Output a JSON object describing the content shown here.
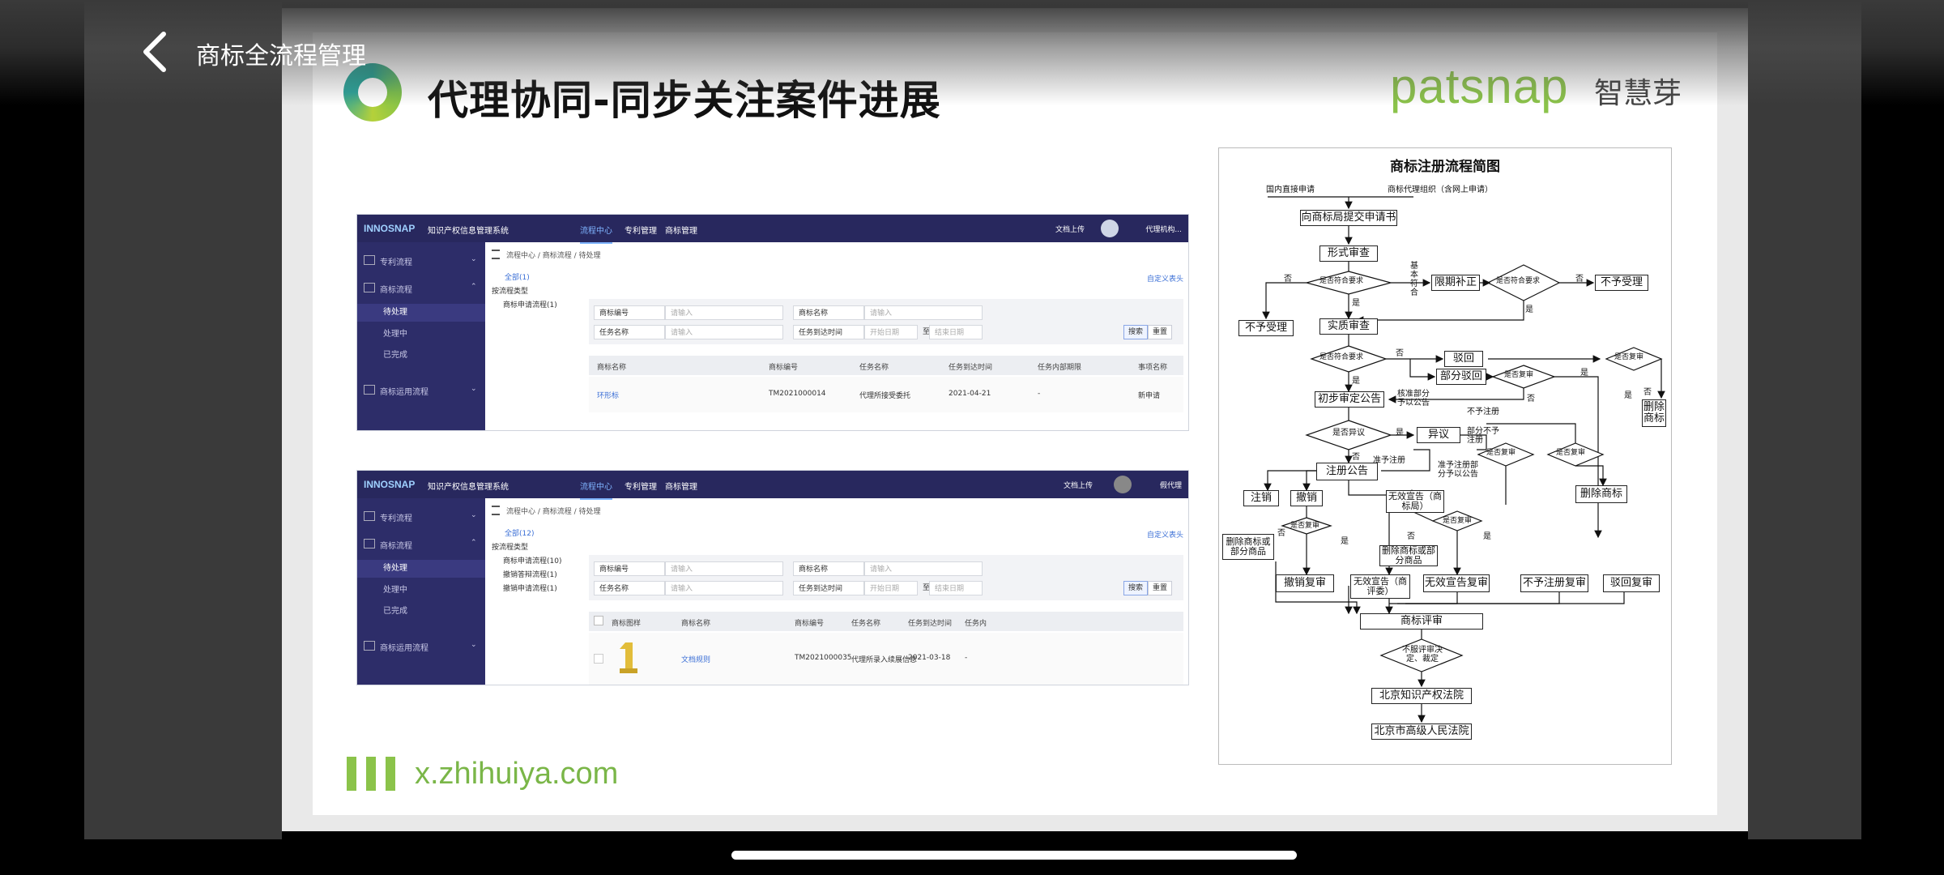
{
  "app": {
    "title": "商标全流程管理"
  },
  "slide": {
    "heading": "代理协同-同步关注案件进展",
    "brand_en": "patsnap",
    "brand_cn": "智慧芽",
    "url": "x.zhihuiya.com"
  },
  "mock1": {
    "logo": "INNOSNAP",
    "system": "知识产权信息管理系统",
    "nav": [
      "流程中心",
      "专利管理",
      "商标管理"
    ],
    "upload": "文档上传",
    "user": "代理机构...",
    "sidebar": [
      "专利流程",
      "商标流程",
      "待处理",
      "处理中",
      "已完成",
      "商标运用流程"
    ],
    "breadcrumb": "流程中心  /  商标流程  /  待处理",
    "tree": [
      "全部(1)",
      "按流程类型",
      "商标申请流程(1)"
    ],
    "custom_header": "自定义表头",
    "filters": {
      "f1": "商标编号",
      "p1": "请输入",
      "f2": "商标名称",
      "p2": "请输入",
      "f3": "任务名称",
      "p3": "请输入",
      "f4": "任务到达时间",
      "p4": "开始日期",
      "sep": "至",
      "p5": "结束日期",
      "search": "搜索",
      "reset": "重置"
    },
    "columns": [
      "商标名称",
      "商标编号",
      "任务名称",
      "任务到达时间",
      "任务内部期限",
      "事项名称"
    ],
    "row": [
      "环形标",
      "TM2021000014",
      "代理所接受委托",
      "2021-04-21",
      "-",
      "新申请"
    ]
  },
  "mock2": {
    "logo": "INNOSNAP",
    "system": "知识产权信息管理系统",
    "nav": [
      "流程中心",
      "专利管理",
      "商标管理"
    ],
    "upload": "文档上传",
    "user": "假代理",
    "sidebar": [
      "专利流程",
      "商标流程",
      "待处理",
      "处理中",
      "已完成",
      "商标运用流程"
    ],
    "breadcrumb": "流程中心  /  商标流程  /  待处理",
    "tree": [
      "全部(12)",
      "按流程类型",
      "商标申请流程(10)",
      "撤销答辩流程(1)",
      "撤销申请流程(1)"
    ],
    "custom_header": "自定义表头",
    "filters": {
      "f1": "商标编号",
      "p1": "请输入",
      "f2": "商标名称",
      "p2": "请输入",
      "f3": "任务名称",
      "p3": "请输入",
      "f4": "任务到达时间",
      "p4": "开始日期",
      "sep": "至",
      "p5": "结束日期",
      "search": "搜索",
      "reset": "重置"
    },
    "columns": [
      "商标图样",
      "商标名称",
      "商标编号",
      "任务名称",
      "任务到达时间",
      "任务内"
    ],
    "row": [
      "文档规则",
      "TM2021000035",
      "代理所录入续展信息",
      "2021-03-18",
      "-"
    ]
  },
  "flow": {
    "title": "商标注册流程简图",
    "domestic": "国内直接申请",
    "agency": "商标代理组织（含网上申请）",
    "submit": "向商标局提交申请书",
    "formal": "形式审查",
    "d_conform1": "是否符合要求",
    "basic": "基本符合",
    "correction": "限期补正",
    "d_conform2": "是否符合要求",
    "reject1": "不予受理",
    "reject2": "不予受理",
    "no": "否",
    "yes": "是",
    "substantive": "实质审查",
    "d_conform3": "是否符合要求",
    "refuse": "驳回",
    "partial_refuse": "部分驳回",
    "d_review1": "是否复审",
    "d_review2": "是否复审",
    "preliminary": "初步审定公告",
    "approve_part": "核准部分予以公告",
    "not_register": "不予注册",
    "d_opposition": "是否异议",
    "opposition": "异议",
    "partial_not": "部分不予注册",
    "approve_reg": "准予注册",
    "partial_approve": "准予注册部分予以公告",
    "d_review3": "是否复审",
    "d_review4": "是否复审",
    "reg_announce": "注册公告",
    "delete_tm1": "删除商标",
    "delete_tm2": "删除商标",
    "cancel_reg": "注销",
    "revoke": "撤销",
    "invalid_office": "无效宣告（商标局）",
    "delete_part": "删除商标或部分商品",
    "d_review5": "是否复审",
    "delete_part2": "删除商标或部分商品",
    "d_review6": "是否复审",
    "revoke_review": "撤销复审",
    "invalid_board": "无效宣告（商评委）",
    "invalid_review": "无效宣告复审",
    "not_reg_review": "不予注册复审",
    "refuse_review": "驳回复审",
    "board_review": "商标评审",
    "d_dissatisfied": "不服评审决定、裁定",
    "ip_court": "北京知识产权法院",
    "high_court": "北京市高级人民法院"
  }
}
